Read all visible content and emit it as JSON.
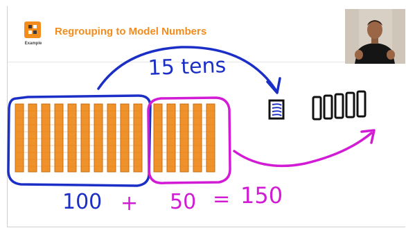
{
  "lesson": {
    "badge_label": "Example",
    "title": "Regrouping to Model Numbers"
  },
  "whiteboard": {
    "arrow_label": "15 tens",
    "equation": {
      "left": "100",
      "plus": "+",
      "right": "50",
      "equals": "=",
      "result": "150"
    },
    "tens_rods_blue_group": 10,
    "tens_rods_pink_group": 5,
    "hundred_blocks_drawn": 1,
    "ten_rods_drawn": 5
  },
  "colors": {
    "accent_orange": "#f28c1c",
    "rod_orange": "#f0922b",
    "ink_blue": "#1b2fc6",
    "ink_magenta": "#d21bd4",
    "ink_black": "#111111"
  }
}
